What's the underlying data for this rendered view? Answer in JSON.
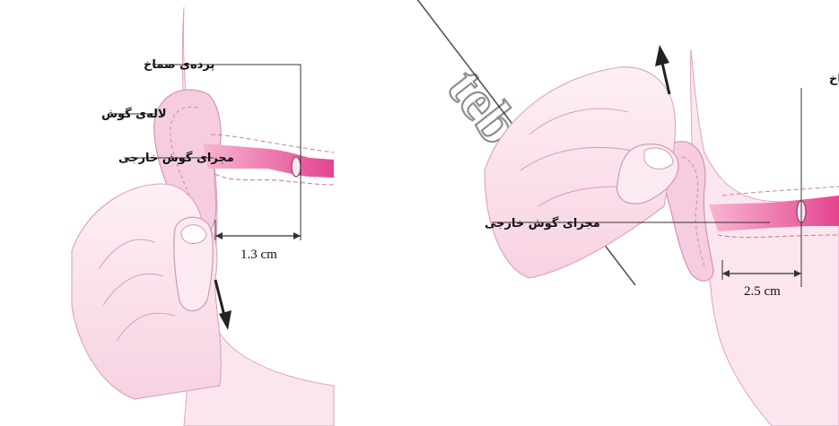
{
  "left_panel": {
    "label_tympanic": "پرده‌ی صماخ",
    "label_auricle": "لاله‌ی گوش",
    "label_canal": "مجرای گوش خارجی",
    "measure": "1.3 cm"
  },
  "right_panel": {
    "label_tympanic": "پرده‌ی صماخ",
    "label_canal": "مجرای گوش خارجی",
    "measure": "2.5 cm"
  },
  "watermark": "teb.pub",
  "colors": {
    "skin": "#fbe3ee",
    "skin_dark": "#f1bcd3",
    "canal": "#e8559a",
    "outline": "#d58bab"
  }
}
